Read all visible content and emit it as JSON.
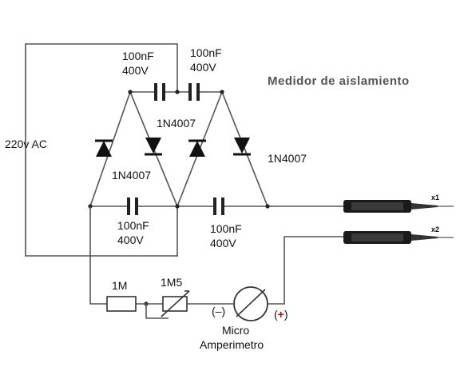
{
  "title": "Medidor de aislamiento",
  "source_label": "220v AC",
  "capacitors": {
    "top_left": {
      "value": "100nF",
      "voltage": "400V"
    },
    "top_right": {
      "value": "100nF",
      "voltage": "400V"
    },
    "bottom_left": {
      "value": "100nF",
      "voltage": "400V"
    },
    "bottom_right": {
      "value": "100nF",
      "voltage": "400V"
    }
  },
  "diodes": {
    "label_top": "1N4007",
    "label_left": "1N4007",
    "label_right": "1N4007"
  },
  "resistor": "1M",
  "potentiometer": "1M5",
  "meter": {
    "minus": "(–)",
    "plus_open": "(",
    "plus_sign": "+",
    "plus_close": ")",
    "plus_color": "#cc0000",
    "name_line1": "Micro",
    "name_line2": "Amperimetro"
  },
  "probes": {
    "probe1": "x1",
    "probe2": "x2"
  }
}
